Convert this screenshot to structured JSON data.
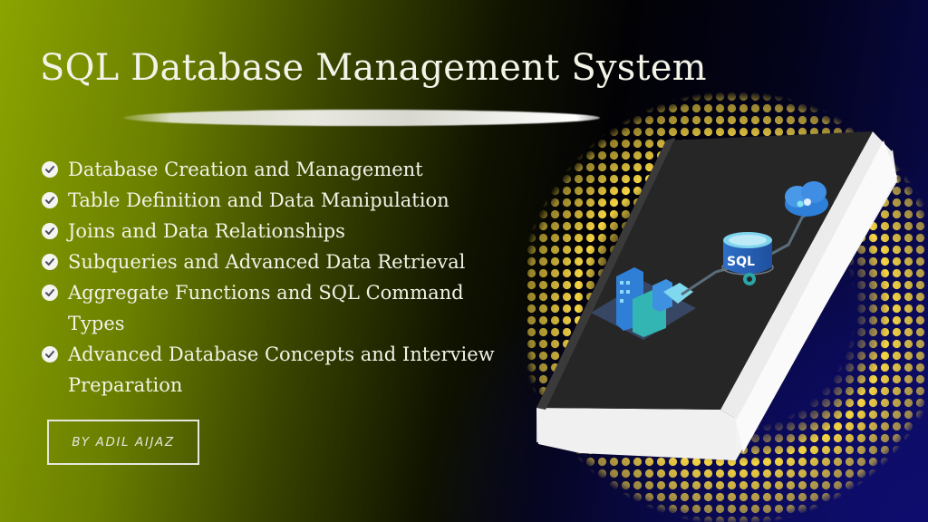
{
  "title": "SQL Database Management System",
  "features": [
    {
      "label": "Database Creation and Management",
      "icon": "check-circle-icon"
    },
    {
      "label": "Table Definition and Data Manipulation",
      "icon": "check-circle-icon"
    },
    {
      "label": "Joins and Data Relationships",
      "icon": "check-circle-icon"
    },
    {
      "label": "Subqueries and Advanced Data Retrieval",
      "icon": "check-circle-icon"
    },
    {
      "label": "Aggregate Functions and SQL Command Types",
      "icon": "check-circle-icon"
    },
    {
      "label": "Advanced Database Concepts and Interview Preparation",
      "icon": "check-circle-icon"
    }
  ],
  "author": "BY ADIL AIJAZ",
  "book": {
    "cover_label": "SQL",
    "illustration": [
      "buildings-icon",
      "database-icon",
      "cloud-icon",
      "gear-icon"
    ]
  },
  "colors": {
    "background_left": "#8ba400",
    "background_right": "#0a0a52",
    "dots": "#f5d442",
    "book_cover": "#2a2a2a",
    "text": "#f3f3e8"
  }
}
